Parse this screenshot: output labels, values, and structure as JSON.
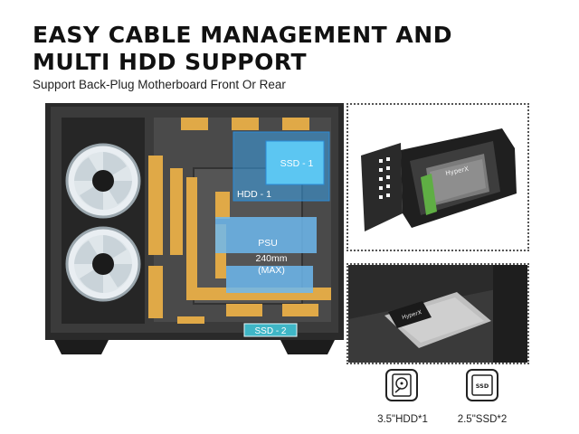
{
  "headline": {
    "line1": "EASY CABLE MANAGEMENT AND",
    "line2": "MULTI HDD SUPPORT"
  },
  "subhead": "Support Back-Plug Motherboard Front Or Rear",
  "case_labels": {
    "ssd1": "SSD - 1",
    "hdd1": "HDD - 1",
    "psu": "PSU",
    "psu_size": "240mm",
    "psu_max": "(MAX)",
    "ssd2": "SSD - 2"
  },
  "bracket_brand": "HyperX",
  "ssd_brand": "HyperX",
  "specs": {
    "hdd": {
      "icon": "hdd-icon",
      "label": "3.5\"HDD*1"
    },
    "ssd": {
      "icon": "ssd-icon",
      "label": "2.5\"SSD*2",
      "icon_text": "SSD"
    }
  },
  "colors": {
    "foam": "#e0a947",
    "blue_overlay": "#3aa0e8",
    "case_frame": "#2b2b2b",
    "teal_label": "#3fb6c6"
  }
}
